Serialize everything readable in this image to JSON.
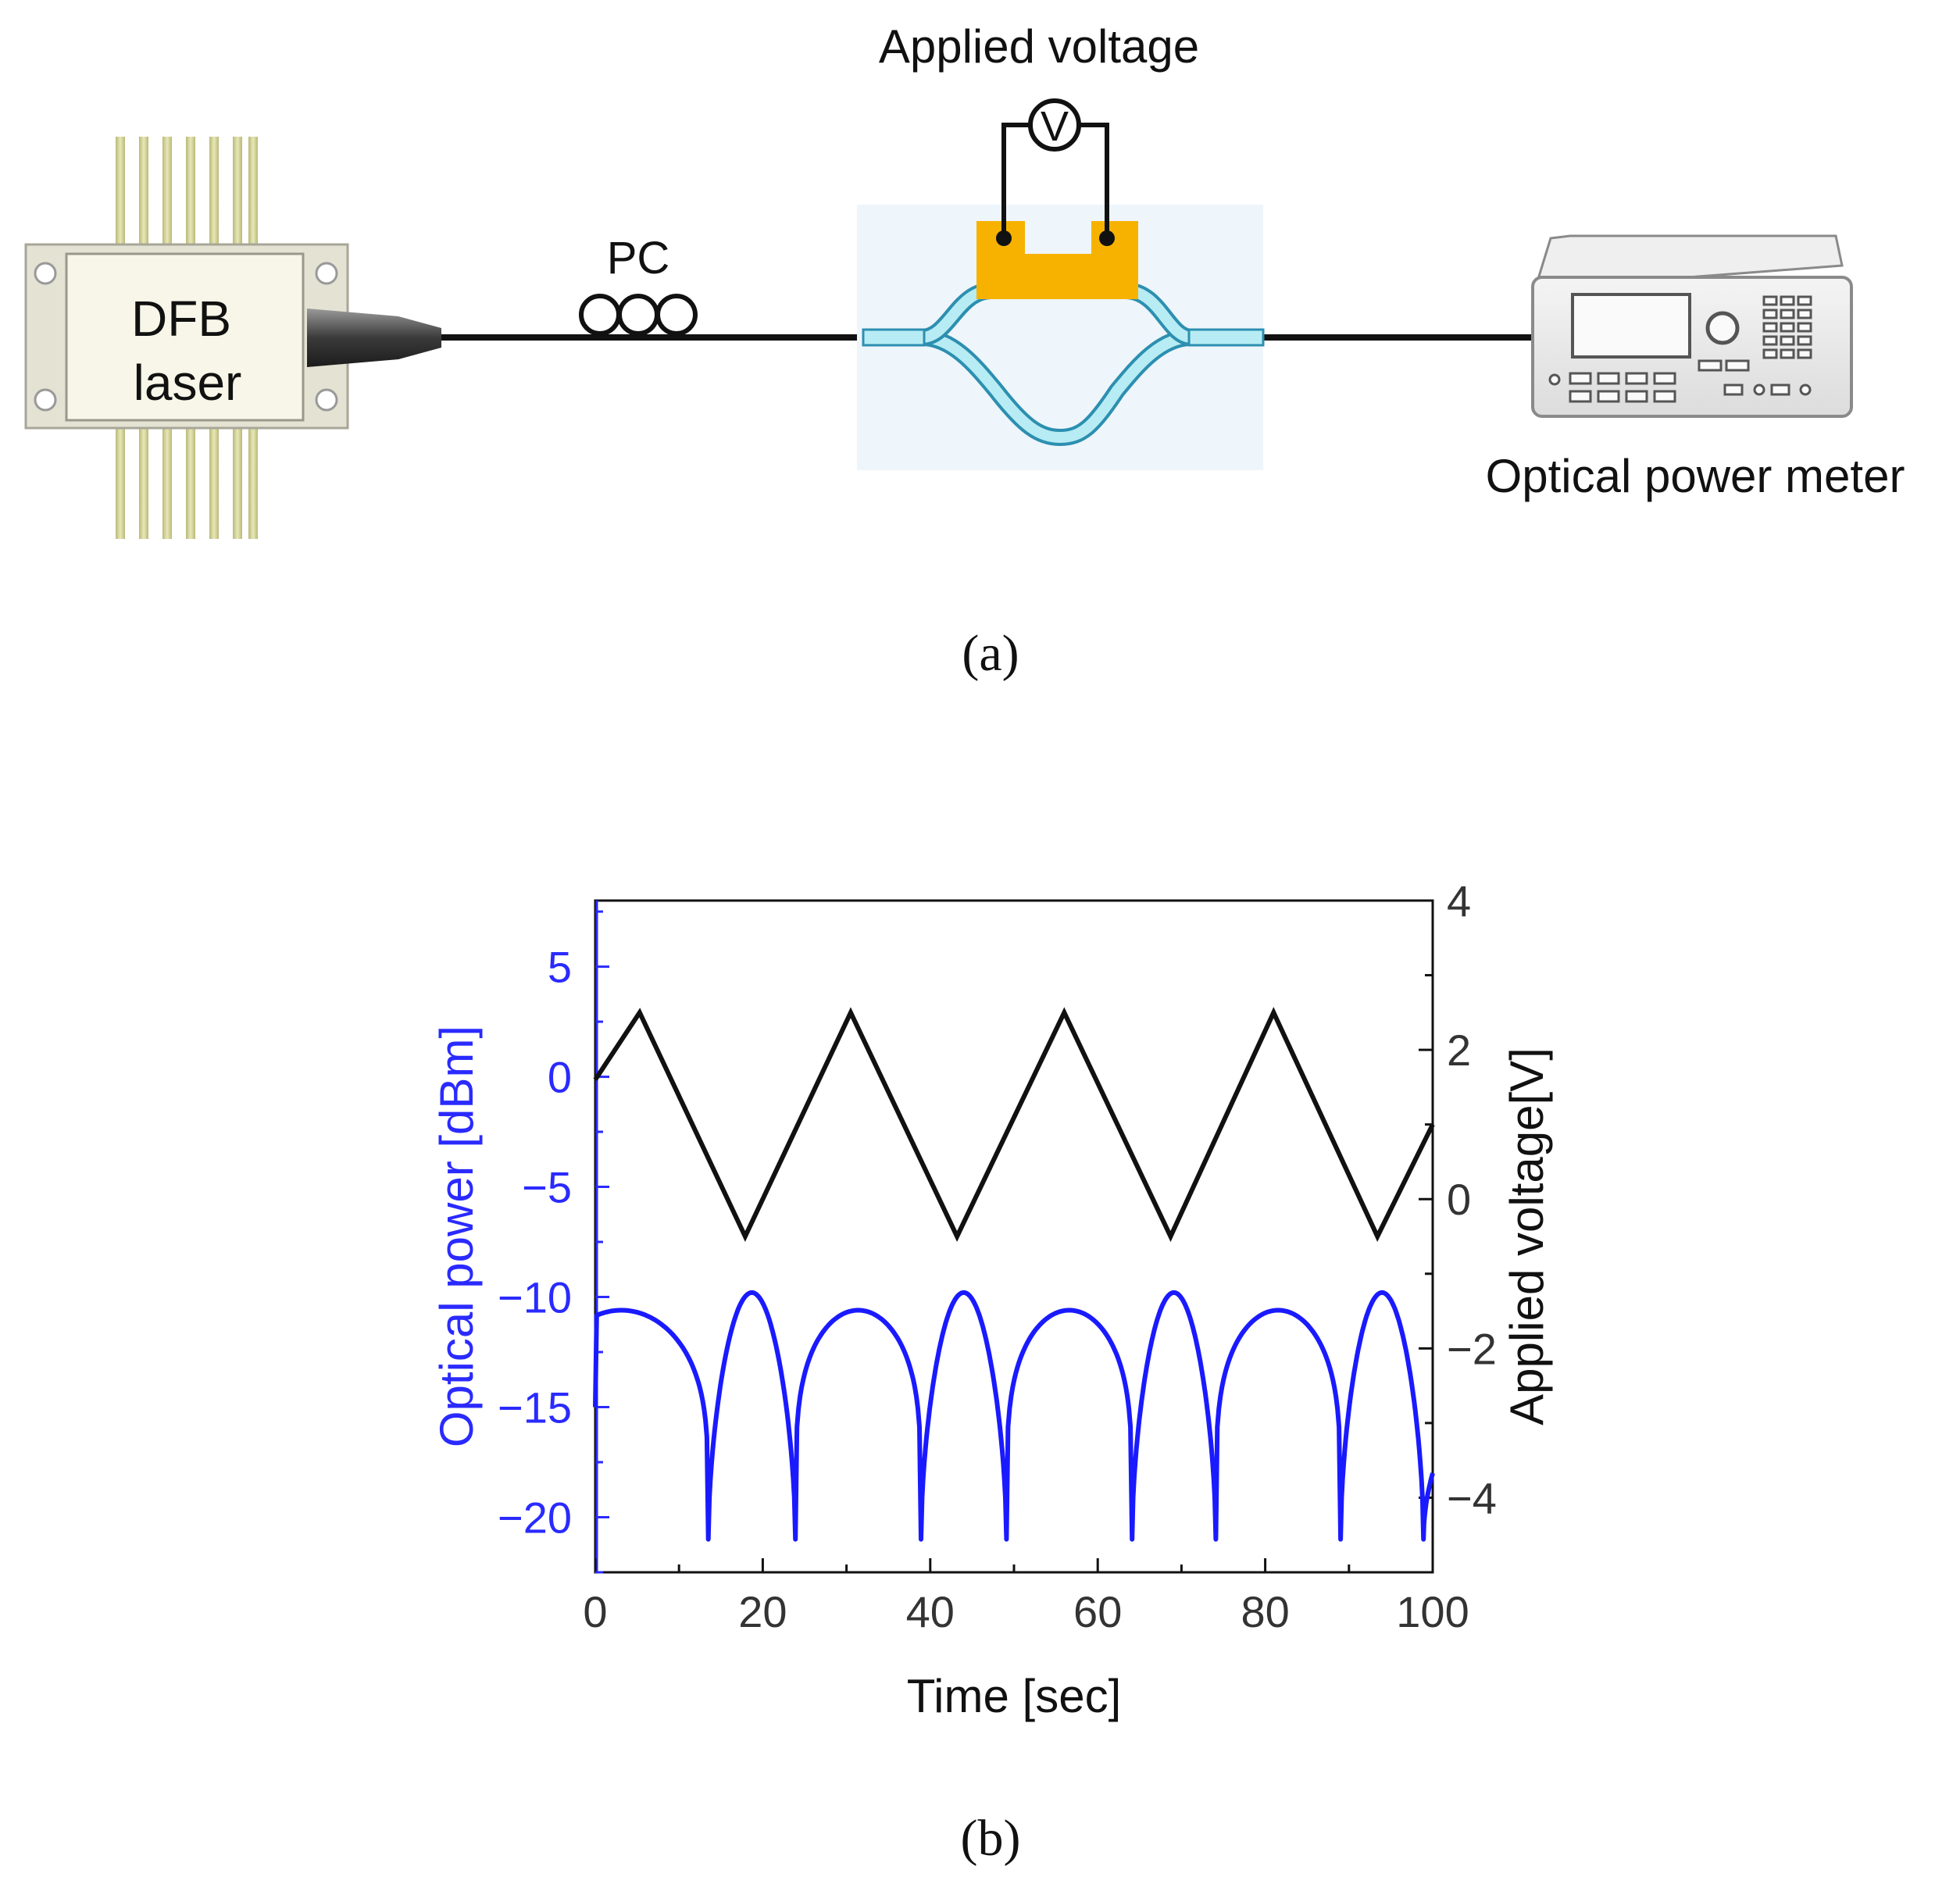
{
  "diagram": {
    "labels": {
      "applied_voltage": "Applied voltage",
      "voltmeter_symbol": "V",
      "pc": "PC",
      "dfb_line1": "DFB",
      "dfb_line2": "laser",
      "optical_power_meter": "Optical power meter"
    },
    "caption": "(a)"
  },
  "chart_caption": "(b)",
  "chart_data": {
    "type": "line",
    "xlabel": "Time [sec]",
    "ylabel_left": "Optical power [dBm]",
    "ylabel_right": "Applied voltage[V]",
    "xlim": [
      0,
      100
    ],
    "ylim_left": [
      -22.5,
      8
    ],
    "ylim_right": [
      -5,
      4
    ],
    "x_ticks": [
      0,
      20,
      40,
      60,
      80,
      100
    ],
    "y_left_ticks": [
      5,
      0,
      -5,
      -10,
      -15,
      -20
    ],
    "y_right_ticks": [
      4,
      2,
      0,
      -2,
      -4
    ],
    "grid": false,
    "colors": {
      "optical_power": "#1a1aff",
      "voltage": "#111111"
    },
    "series": [
      {
        "axis": "right",
        "color": "#111111",
        "x": [
          0,
          5.3,
          17.9,
          30.5,
          43.2,
          56.0,
          68.7,
          81.0,
          93.4,
          100
        ],
        "y": [
          1.6,
          2.5,
          -0.5,
          2.5,
          -0.5,
          2.5,
          -0.5,
          2.5,
          -0.5,
          1.0
        ]
      },
      {
        "axis": "left",
        "color": "#1a1aff",
        "x": [
          0,
          13.5,
          18.7,
          23.9,
          38.9,
          44.0,
          49.1,
          64.1,
          69.1,
          74.1,
          89.0,
          94.0,
          98.9,
          100
        ],
        "y": [
          -15,
          -21,
          -9.8,
          -21,
          -21,
          -9.8,
          -21,
          -21,
          -9.8,
          -21,
          -21,
          -9.8,
          -21,
          -18
        ],
        "plateau_level": -10.6
      }
    ]
  }
}
